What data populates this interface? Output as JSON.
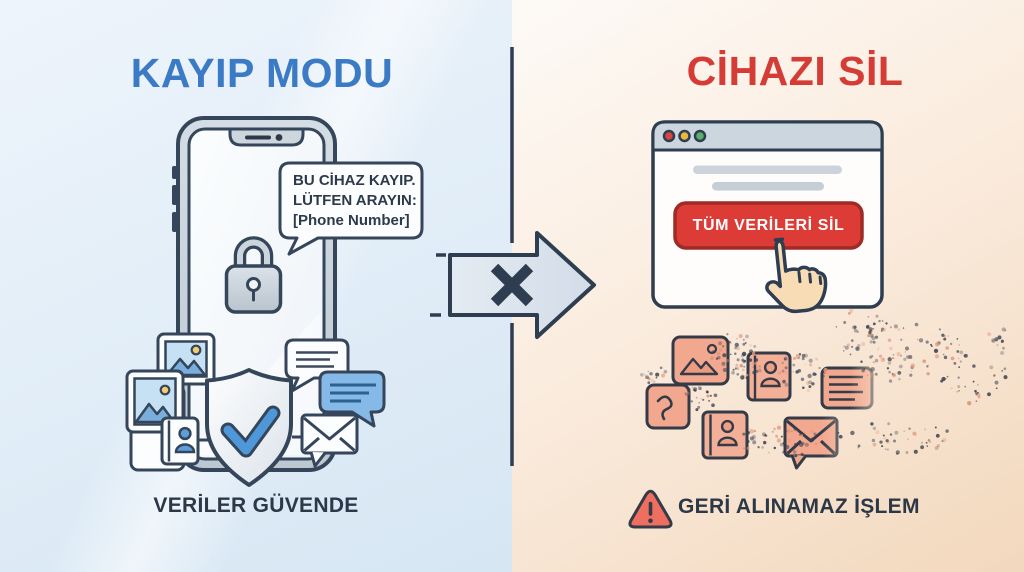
{
  "left_panel": {
    "title": "KAYIP MODU",
    "phone_message": {
      "line1": "BU CİHAZ KAYIP.",
      "line2": "LÜTFEN ARAYIN:",
      "line3": "[Phone Number]"
    },
    "caption": "VERİLER GÜVENDE",
    "icons": [
      "smartphone",
      "padlock-icon",
      "speech-bubble",
      "photo-icon",
      "photo-icon",
      "contact-book-icon",
      "shield-check-icon",
      "chat-bubble-icon",
      "chat-bubble-icon",
      "envelope-icon"
    ]
  },
  "divider": {
    "icons": [
      "right-arrow-icon",
      "x-mark-icon",
      "divider-line"
    ]
  },
  "right_panel": {
    "title": "CİHAZI SİL",
    "browser": {
      "traffic_lights": [
        "#d9453e",
        "#e9b93c",
        "#57b267"
      ],
      "delete_button_label": "TÜM VERİLERİ SİL"
    },
    "caption": "GERİ ALINAMAZ İŞLEM",
    "icons": [
      "browser-window",
      "cursor-hand-icon",
      "dissolving-photo-icon",
      "dissolving-note-icon",
      "dissolving-contact-icon",
      "dissolving-contact-icon",
      "dissolving-message-icon",
      "dissolving-envelope-icon",
      "warning-triangle-icon"
    ]
  },
  "colors": {
    "left_title": "#3b7bc5",
    "right_title": "#d43c35",
    "outline_navy": "#2e3d50",
    "button_red": "#dc3c35",
    "button_border": "#9e2b26",
    "accent_blue": "#5b9fdd",
    "salmon": "#f2a88f",
    "left_bg": "#e3eef8",
    "right_bg": "#f8e7d5"
  }
}
